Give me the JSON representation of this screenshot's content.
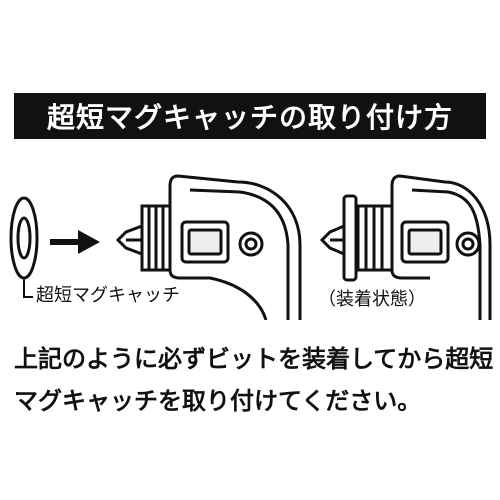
{
  "title": "超短マグキャッチの取り付け方",
  "labels": {
    "part": "超短マグキャッチ",
    "installed": "（装着状態）"
  },
  "instructions": {
    "line1": "上記のように必ずビットを装着してから超短",
    "line2": "マグキャッチを取り付けてください。"
  },
  "colors": {
    "title_bg": "#111111",
    "title_fg": "#ffffff",
    "line": "#111111",
    "grip": "#eeeeee"
  },
  "icons": {
    "arrow": "arrow-right-icon",
    "ring": "ring-magnet-icon",
    "driver": "screwdriver-icon"
  }
}
